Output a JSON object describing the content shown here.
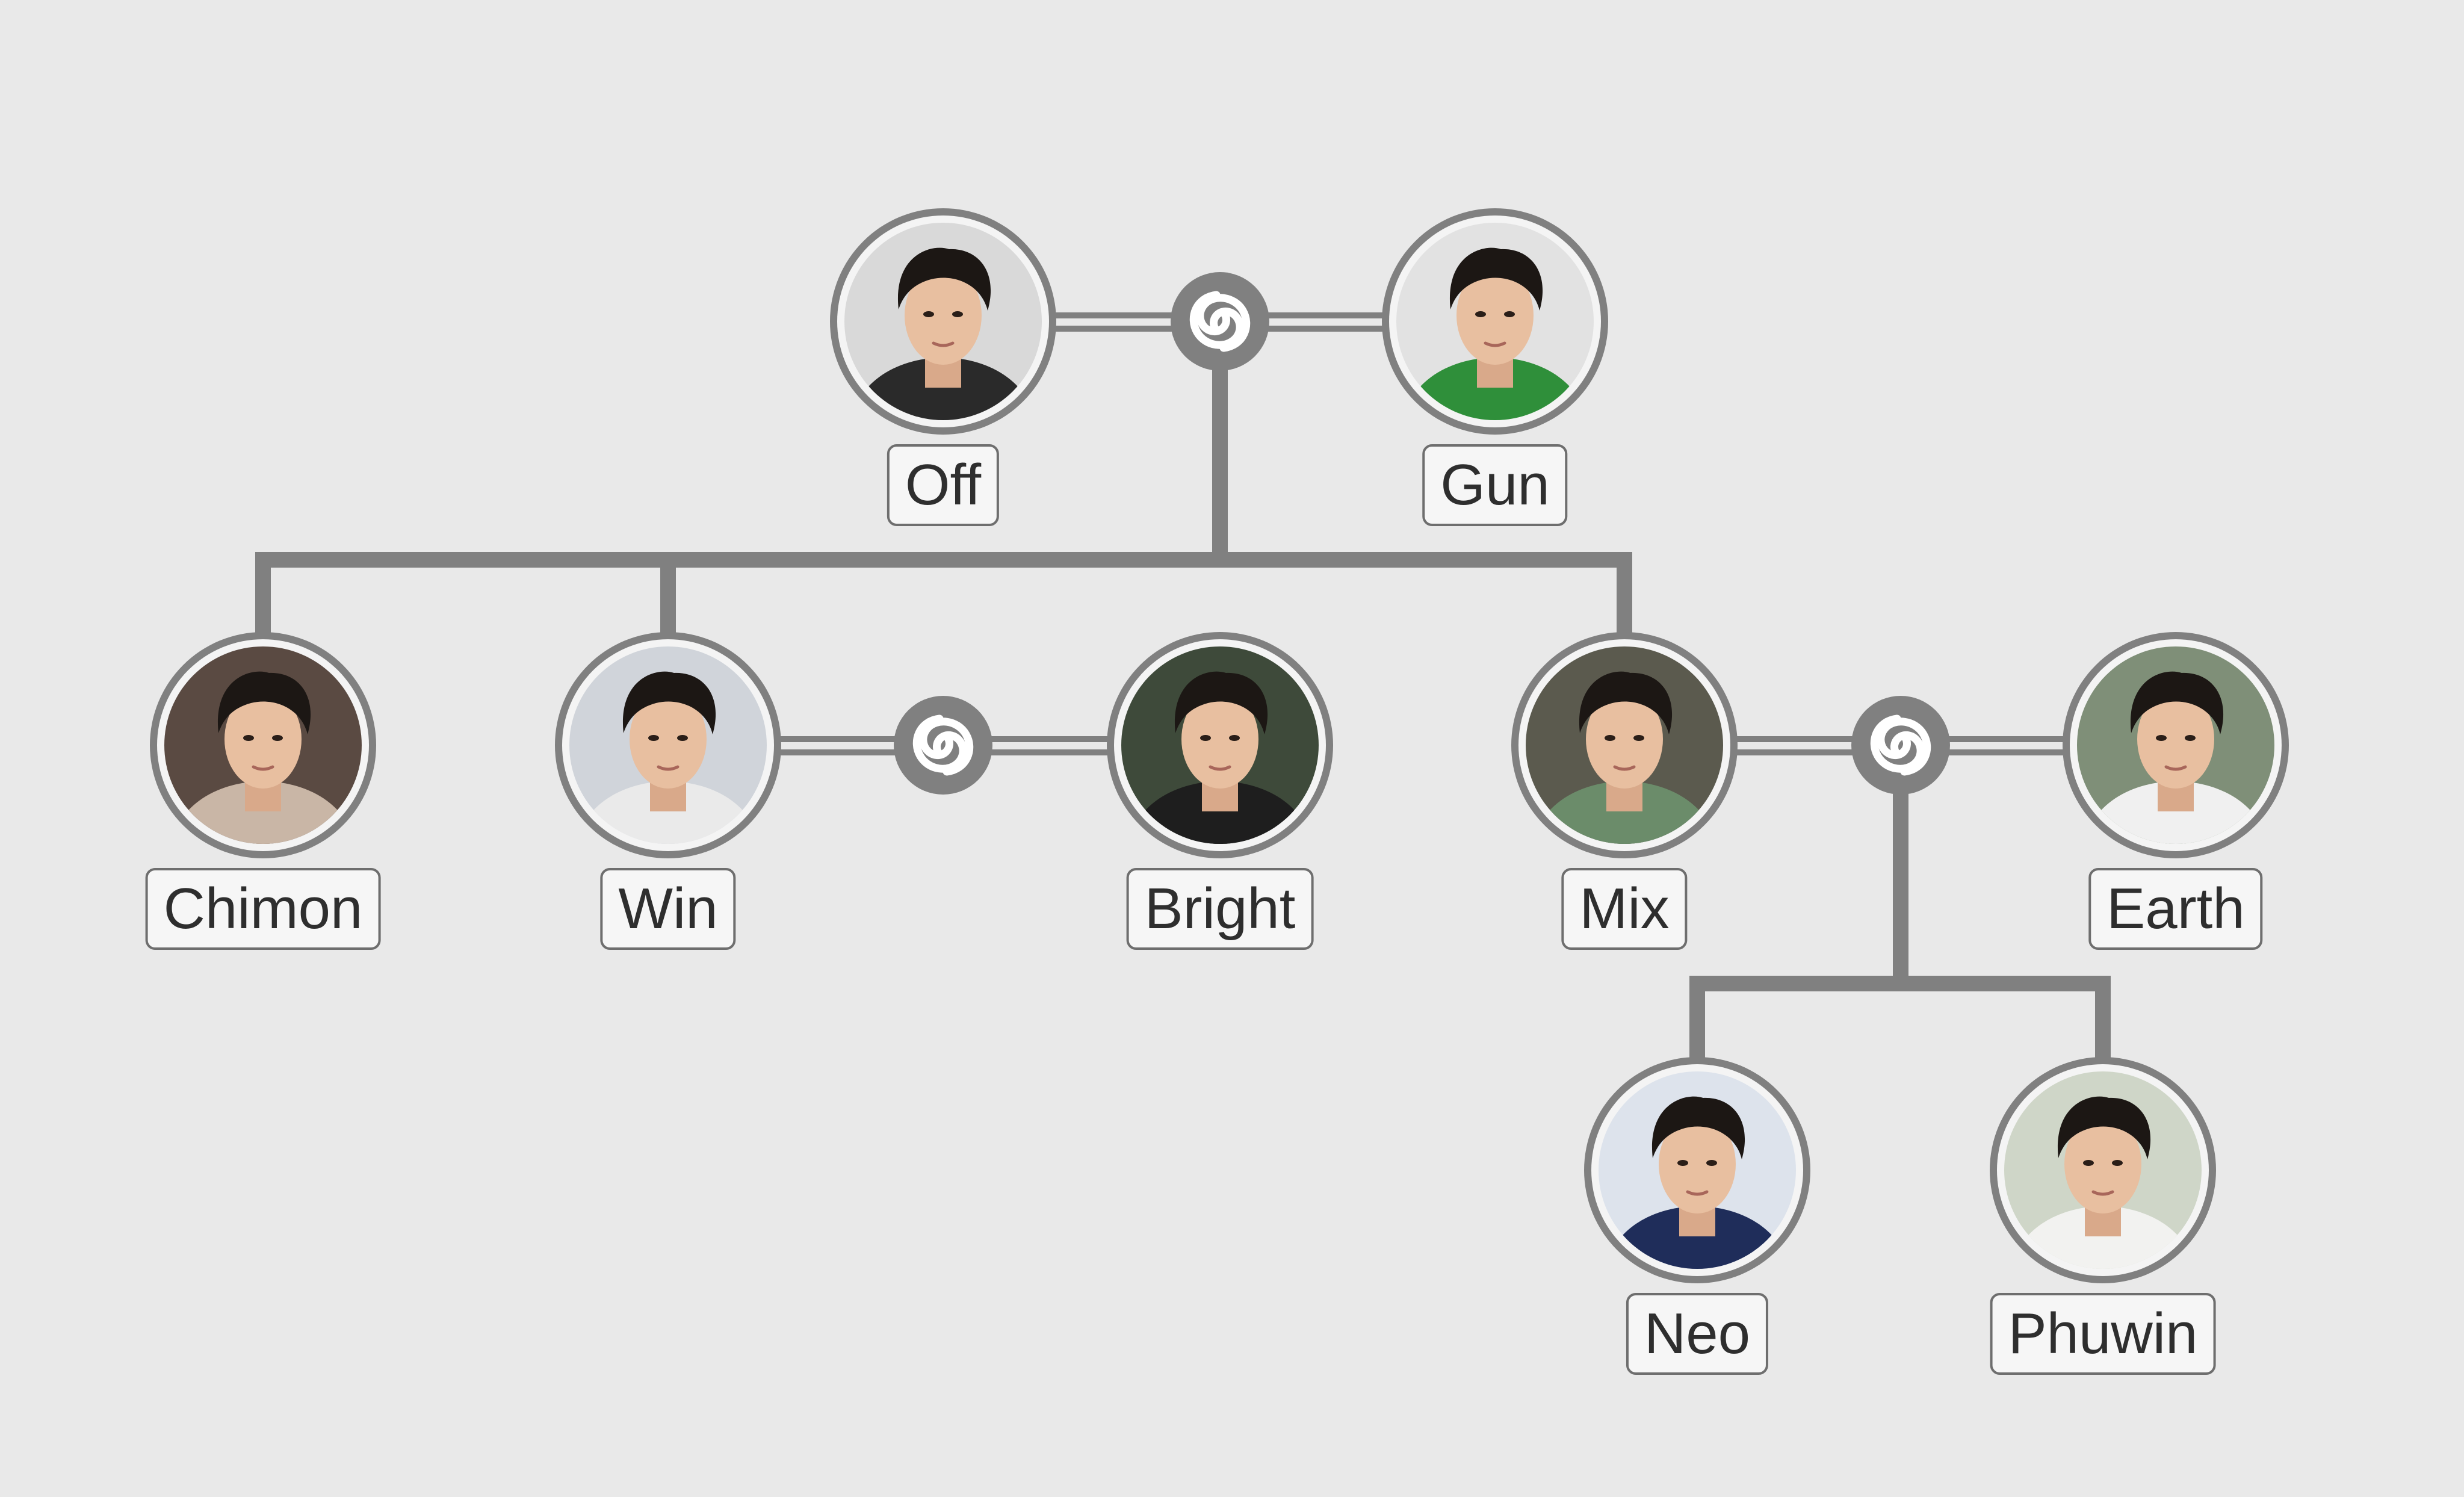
{
  "colors": {
    "background": "#e9e9e9",
    "connector": "#808080",
    "avatar_ring": "#808080",
    "avatar_inner_ring": "#f4f4f4",
    "label_background": "#f6f6f6",
    "label_border": "#6e6e6e",
    "label_text": "#2e2e2e",
    "union_glyph": "#ffffff"
  },
  "people": [
    {
      "id": "off",
      "name": "Off",
      "photo": "avatar-portrait-dark-hair",
      "shirt": "#2a2a2a",
      "bg": "#d9d9d9"
    },
    {
      "id": "gun",
      "name": "Gun",
      "photo": "avatar-portrait-hand-on-face",
      "shirt": "#2f8f3a",
      "bg": "#e2e2e2"
    },
    {
      "id": "chimon",
      "name": "Chimon",
      "photo": "avatar-portrait-glasses",
      "shirt": "#c9b6a6",
      "bg": "#5a4a42"
    },
    {
      "id": "win",
      "name": "Win",
      "photo": "avatar-portrait-smiling",
      "shirt": "#eaeaea",
      "bg": "#d0d4da"
    },
    {
      "id": "bright",
      "name": "Bright",
      "photo": "avatar-portrait-leather-jacket",
      "shirt": "#1e1e1e",
      "bg": "#3e4a3a"
    },
    {
      "id": "mix",
      "name": "Mix",
      "photo": "avatar-portrait-chin-on-hand",
      "shirt": "#6b8c6a",
      "bg": "#5b5a4e"
    },
    {
      "id": "earth",
      "name": "Earth",
      "photo": "avatar-portrait-white-shirt",
      "shirt": "#f0f0f0",
      "bg": "#7f8f78"
    },
    {
      "id": "neo",
      "name": "Neo",
      "photo": "avatar-portrait-navy-shirt",
      "shirt": "#1f2d5a",
      "bg": "#dde3ec"
    },
    {
      "id": "phuwin",
      "name": "Phuwin",
      "photo": "avatar-portrait-light-shirt",
      "shirt": "#f2f2f0",
      "bg": "#cfd6c8"
    }
  ],
  "unions": [
    {
      "id": "off-gun",
      "partners": [
        "off",
        "gun"
      ],
      "icon": "union-swirl-icon",
      "children": [
        "chimon",
        "win",
        "mix"
      ]
    },
    {
      "id": "win-bright",
      "partners": [
        "win",
        "bright"
      ],
      "icon": "union-swirl-icon",
      "children": []
    },
    {
      "id": "mix-earth",
      "partners": [
        "mix",
        "earth"
      ],
      "icon": "union-swirl-icon",
      "children": [
        "neo",
        "phuwin"
      ]
    }
  ]
}
